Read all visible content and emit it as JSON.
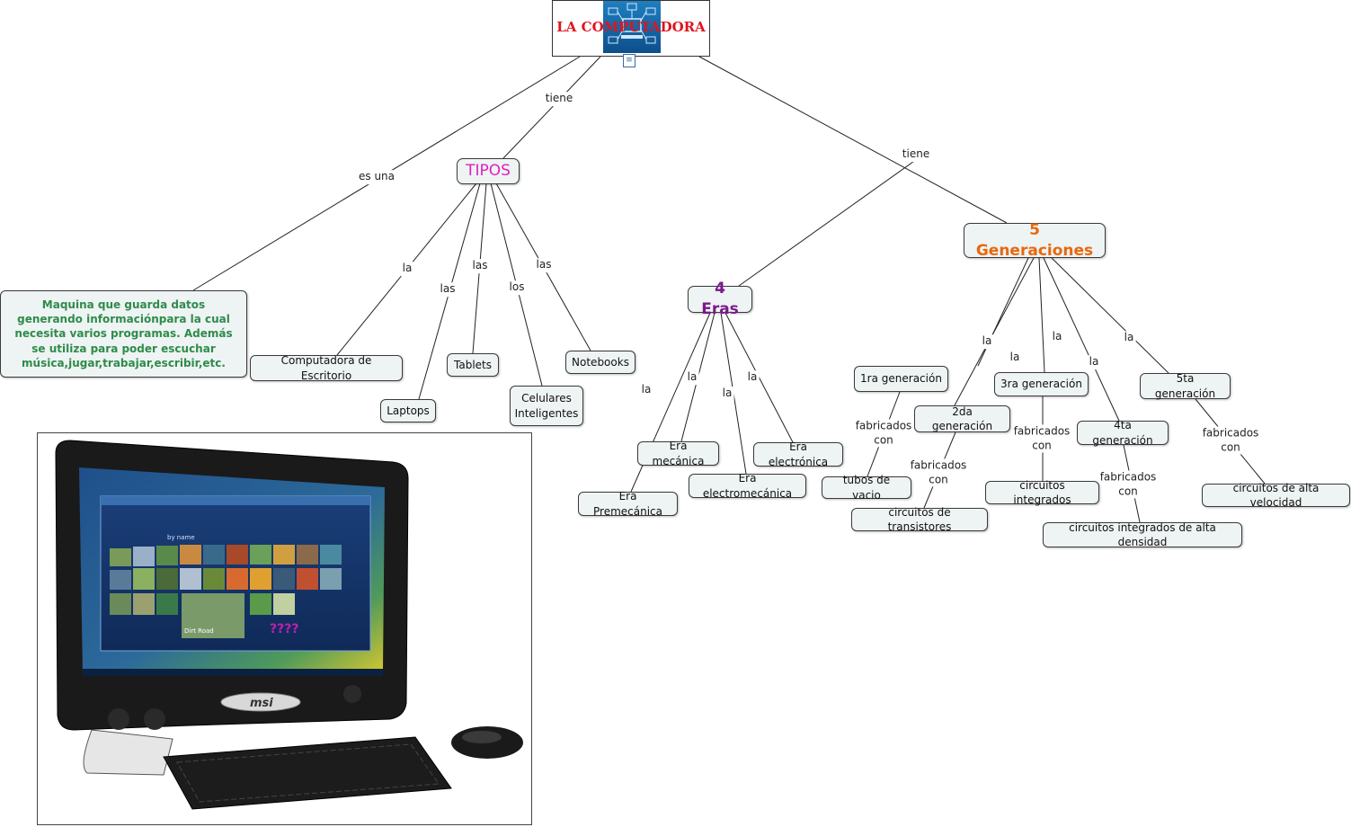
{
  "root": {
    "title": "LA COMPUTADORA",
    "icon": "document-icon",
    "image": "computer-network-picture"
  },
  "nodes": {
    "tipos": "TIPOS",
    "definicion": "Maquina que guarda datos generando informaciónpara la cual necesita varios programas. Además se utiliza para poder escuchar música,jugar,trabajar,escribir,etc.",
    "computadora_escritorio": "Computadora de Escritorio",
    "laptops": "Laptops",
    "tablets": "Tablets",
    "celulares": "Celulares Inteligentes",
    "notebooks": "Notebooks",
    "eras": "4 Eras",
    "era_premecanica": "Era Premecánica",
    "era_mecanica": "Era mecánica",
    "era_electromecanica": "Era electromecánica",
    "era_electronica": "Era electrónica",
    "generaciones": "5 Generaciones",
    "gen1": "1ra generación",
    "gen2": "2da generación",
    "gen3": "3ra generación",
    "gen4": "4ta generación",
    "gen5": "5ta generación",
    "tubos": "tubos de vacio",
    "transistores": "circuitos de transistores",
    "integrados": "circuitos integrados",
    "alta_densidad": "circuitos integrados de alta densidad",
    "alta_velocidad": "circuitos de alta velocidad"
  },
  "links": {
    "es_una": "es una",
    "tiene_1": "tiene",
    "tiene_2": "tiene",
    "la_1": "la",
    "las_1": "las",
    "las_2": "las",
    "los_1": "los",
    "las_3": "las",
    "era_la_1": "la",
    "era_la_2": "la",
    "era_la_3": "la",
    "era_la_4": "la",
    "gen_la_1": "la",
    "gen_la_2": "la",
    "gen_la_3": "la",
    "gen_la_4": "la",
    "gen_la_5": "la",
    "fab_1": "fabricados con",
    "fab_2": "fabricados con",
    "fab_3": "fabricados con",
    "fab_4": "fabricados con",
    "fab_5": "fabricados con"
  },
  "photo": {
    "brand": "msi",
    "annotation": "????",
    "screen_label": "Dirt Road",
    "screen_nav": "by name"
  },
  "colors": {
    "tipos": "#e020c0",
    "eras": "#7a1a8a",
    "generaciones": "#e8680c",
    "definicion_text": "#2e8b4a",
    "root_title": "#e0141e"
  }
}
